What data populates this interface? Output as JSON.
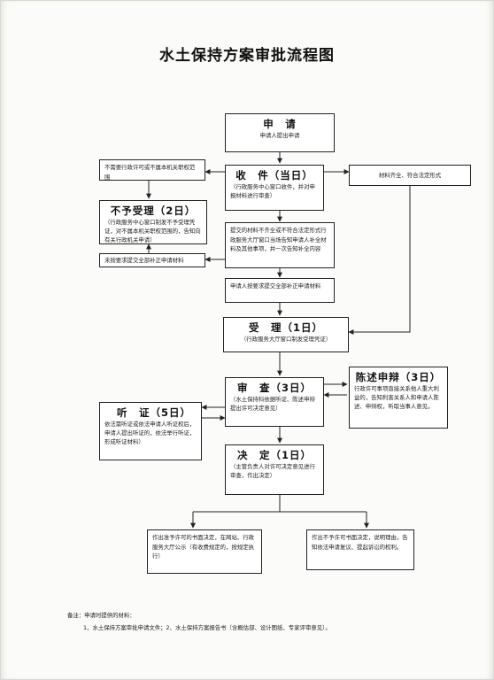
{
  "title": "水土保持方案审批流程图",
  "nodes": {
    "apply": {
      "title": "申　请",
      "desc": "申请人提出申请"
    },
    "receive": {
      "title": "收　件（当日）",
      "desc": "（行政服务中心窗口收件，并对申报材料进行审查）"
    },
    "not_ours": {
      "desc": "不需要行政许可或不属本机关职权范围"
    },
    "reject": {
      "title": "不予受理（2日）",
      "desc": "（行政服务中心窗口制发不予受理凭证，对不属本机关职权范围的，告知向有关行政机关申请）"
    },
    "complete": {
      "desc": "材料齐全、符合法定形式"
    },
    "incomplete": {
      "desc": "提交的材料不齐全或不符合法定形式行政服务大厅窗口当场告知申请人补全材料及其他事项，并一次告知补全内容"
    },
    "not_supplement": {
      "desc": "未按要求提交全部补正申请材料"
    },
    "supplement": {
      "desc": "申请人按要求提交全部补正申请材料"
    },
    "accept": {
      "title": "受　理（1日）",
      "desc": "（行政服务大厅窗口制发受理凭证）"
    },
    "review": {
      "title": "审　查（3日）",
      "desc": "（水土保持科依据听证、陈述申辩提出许可决定意见）"
    },
    "statement": {
      "title": "陈述申辩（3日）",
      "desc": "行政许可事项直接关系他人重大利益的，告知利害关系人和申请人陈述、申辩权，听取当事人意见。"
    },
    "hearing": {
      "title": "听　证（5日）",
      "desc": "依法需听证或依法申请人听证权后，申请人提出听证的，依法举行听证，形成听证材料）"
    },
    "decision": {
      "title": "决　定（1日）",
      "desc": "（主管负责人对许可决定意见进行审查，作出决定）"
    },
    "approve": {
      "desc": "作出准予许可的书面决定，在网站、行政服务大厅公示（有收费规定的，按规定执行）"
    },
    "deny": {
      "desc": "作出不予许可书面决定，说明理由，告知依法申请复议、提起诉讼的权利。"
    }
  },
  "note": {
    "label": "备注：申请时提供的材料：",
    "line": "1、水土保持方案审批申请文件；2、水土保持方案报告书（含概估部、设计图纸、专家评审意见）。"
  }
}
